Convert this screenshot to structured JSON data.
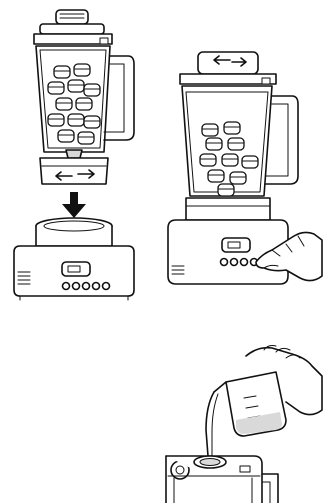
{
  "figure": {
    "panels": [
      {
        "id": "detach-jar",
        "icon": "blender-jar-lift-icon"
      },
      {
        "id": "lid-and-operate",
        "icon": "blender-lid-twist-icon"
      },
      {
        "id": "pour-liquid",
        "icon": "pour-water-icon"
      }
    ],
    "colors": {
      "line": "#111111",
      "shade": "#d9d9d9",
      "background": "#ffffff"
    }
  }
}
